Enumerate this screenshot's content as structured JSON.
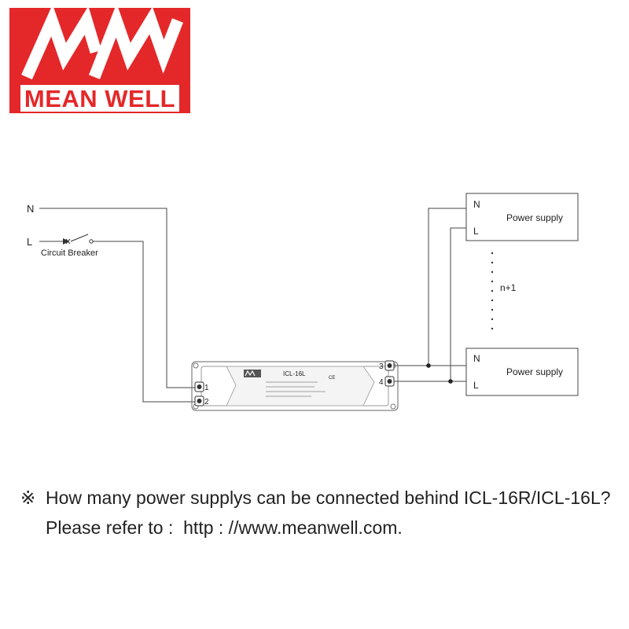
{
  "brand": {
    "monogram": "MW",
    "name": "MEAN WELL",
    "red": "#e4282a"
  },
  "diagram": {
    "line_n": "N",
    "line_l": "L",
    "breaker_label": "Circuit Breaker",
    "device": {
      "model": "ICL-16L",
      "terminals": [
        "1",
        "2",
        "3",
        "4"
      ]
    },
    "supplies": [
      {
        "n": "N",
        "l": "L",
        "label": "Power supply"
      },
      {
        "n": "N",
        "l": "L",
        "label": "Power supply"
      }
    ],
    "count_label": "n+1"
  },
  "note": {
    "mark": "※",
    "question": "How many power supplys can be connected behind ICL-16R/ICL-16L?",
    "refer": "Please refer to :  http : //www.meanwell.com."
  }
}
